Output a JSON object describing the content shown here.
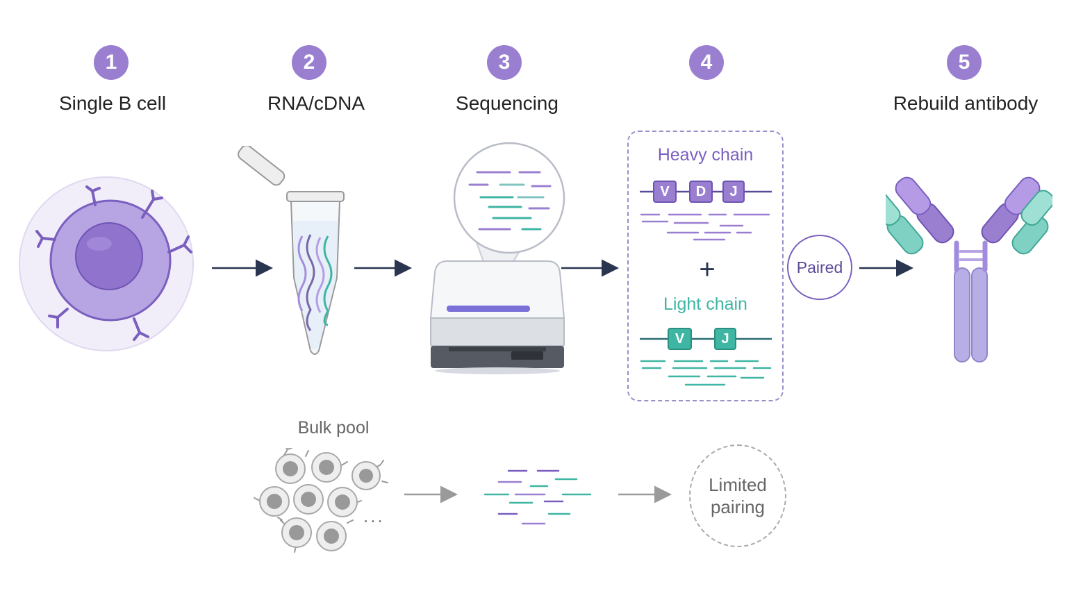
{
  "steps": [
    {
      "number": "1",
      "title": "Single B cell"
    },
    {
      "number": "2",
      "title": "RNA/cDNA"
    },
    {
      "number": "3",
      "title": "Sequencing"
    },
    {
      "number": "4",
      "title": ""
    },
    {
      "number": "5",
      "title": "Rebuild antibody"
    }
  ],
  "chains": {
    "heavy": {
      "title": "Heavy chain",
      "segments": [
        "V",
        "D",
        "J"
      ]
    },
    "plus": "+",
    "light": {
      "title": "Light chain",
      "segments": [
        "V",
        "J"
      ]
    }
  },
  "paired_label": "Paired",
  "bulk": {
    "title": "Bulk pool",
    "ellipsis": "...",
    "result": "Limited pairing"
  },
  "colors": {
    "purple": "#9a7fd1",
    "purple_dark": "#7a5fbf",
    "teal": "#3fb5a3",
    "navy": "#2a3550",
    "gray": "#9a9a9a"
  },
  "icons": [
    "b-cell-icon",
    "tube-icon",
    "sequencer-icon",
    "antibody-icon",
    "bulk-cells-icon",
    "reads-icon"
  ]
}
